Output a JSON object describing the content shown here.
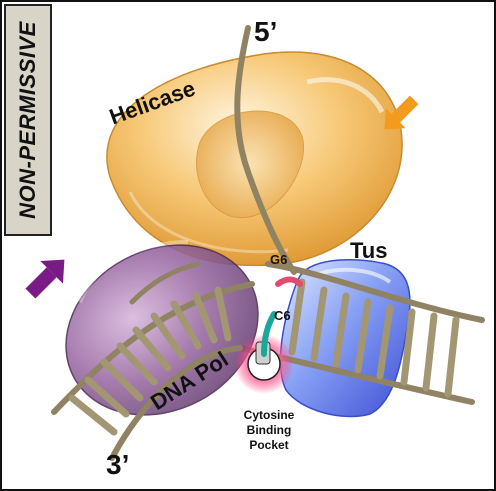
{
  "diagram": {
    "mode_label": "NON-PERMISSIVE",
    "strand_ends": {
      "five_prime": "5’",
      "three_prime": "3’"
    },
    "proteins": {
      "helicase": "Helicase",
      "tus": "Tus",
      "dna_pol": "DNA Pol"
    },
    "bases": {
      "g6": "G6",
      "c6": "C6"
    },
    "pocket_label": "Cytosine Binding Pocket"
  },
  "colors": {
    "helicase": "#f2b451",
    "tus": "#6f8ff2",
    "dna_pol": "#8a5c96",
    "dna_strand": "#8f8363",
    "arrow_helicase": "#f39b1c",
    "arrow_pol": "#7a1a86",
    "pocket_glow": "#e8306e"
  }
}
